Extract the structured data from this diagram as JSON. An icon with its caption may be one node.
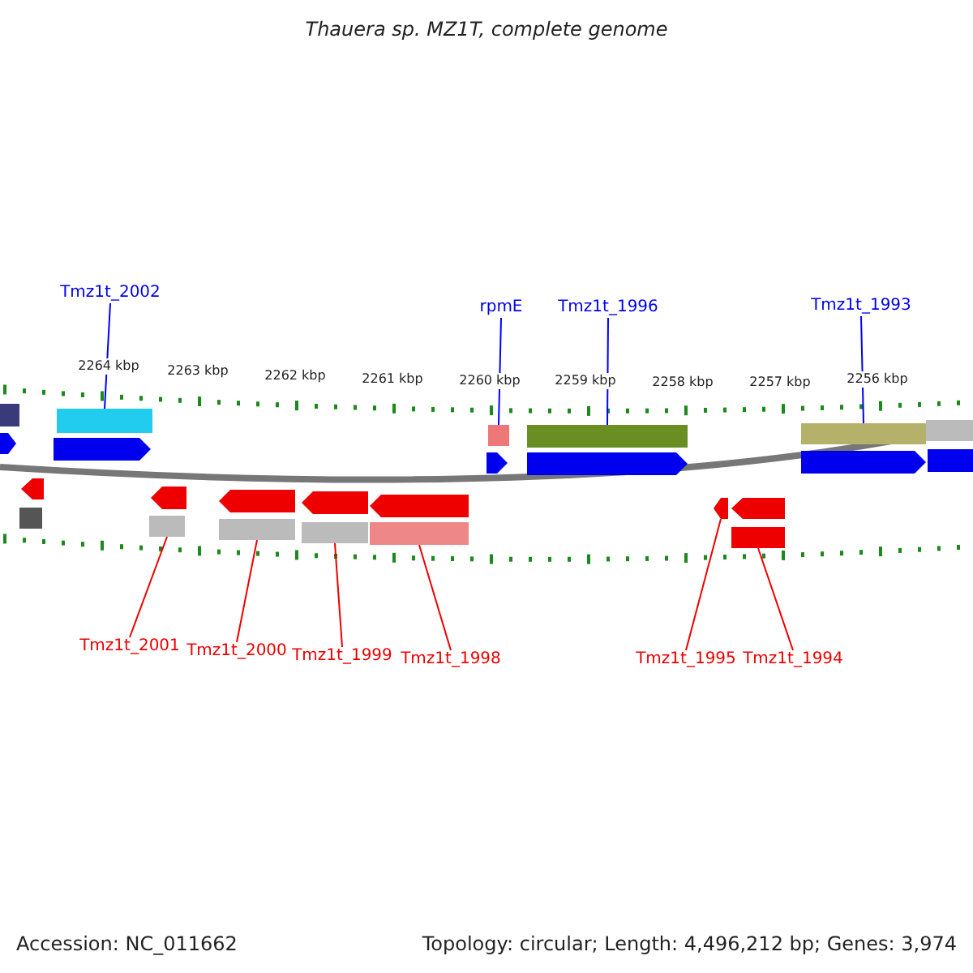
{
  "diagram": {
    "title": "Thauera sp. MZ1T, complete genome",
    "nodes": [
      {
        "text": [
          "Tmz1t_2002"
        ]
      },
      {
        "text": [
          "rpmE"
        ]
      },
      {
        "text": [
          "Tmz1t_1996"
        ]
      },
      {
        "text": [
          "Tmz1t_1993"
        ]
      },
      {
        "text": [
          "Tmz1t_2001"
        ]
      },
      {
        "text": [
          "Tmz1t_2000"
        ]
      },
      {
        "text": [
          "Tmz1t_1999"
        ]
      },
      {
        "text": [
          "Tmz1t_1998"
        ]
      },
      {
        "text": [
          "Tmz1t_1995"
        ]
      },
      {
        "text": [
          "Tmz1t_1994"
        ]
      },
      {
        "text": [],
        "shape": "bar"
      },
      {
        "text": [],
        "shape": "bar"
      },
      {
        "text": [],
        "shape": "bar"
      },
      {
        "text": [],
        "shape": "bar"
      },
      {
        "text": [],
        "shape": "bar"
      },
      {
        "text": [],
        "shape": "bar"
      },
      {
        "text": [],
        "shape": "bar"
      },
      {
        "text": [],
        "shape": "bar"
      },
      {
        "text": [],
        "shape": "arrow"
      },
      {
        "text": [],
        "shape": "bar"
      }
    ],
    "edges": [
      {
        "from": 0,
        "to": 10,
        "arrow": "none",
        "color": "#0000ff"
      },
      {
        "from": 1,
        "to": 11,
        "arrow": "none",
        "color": "#0000ff"
      },
      {
        "from": 2,
        "to": 12,
        "arrow": "none",
        "color": "#0000ff"
      },
      {
        "from": 3,
        "to": 13,
        "arrow": "none",
        "color": "#0000ff"
      },
      {
        "from": 4,
        "to": 14,
        "arrow": "none"
      },
      {
        "from": 5,
        "to": 15,
        "arrow": "none"
      },
      {
        "from": 6,
        "to": 16,
        "arrow": "none"
      },
      {
        "from": 7,
        "to": 17,
        "arrow": "none"
      },
      {
        "from": 8,
        "to": 18,
        "arrow": "none"
      },
      {
        "from": 9,
        "to": 19,
        "arrow": "none"
      }
    ],
    "labels": [
      "2264 kbp",
      "2263 kbp",
      "2262 kbp",
      "2261 kbp",
      "2260 kbp",
      "2259 kbp",
      "2258 kbp",
      "2257 kbp",
      "2256 kbp",
      "Accession: NC_011662",
      "Topology: circular; Length: 4,496,212 bp; Genes: 3,974"
    ]
  }
}
